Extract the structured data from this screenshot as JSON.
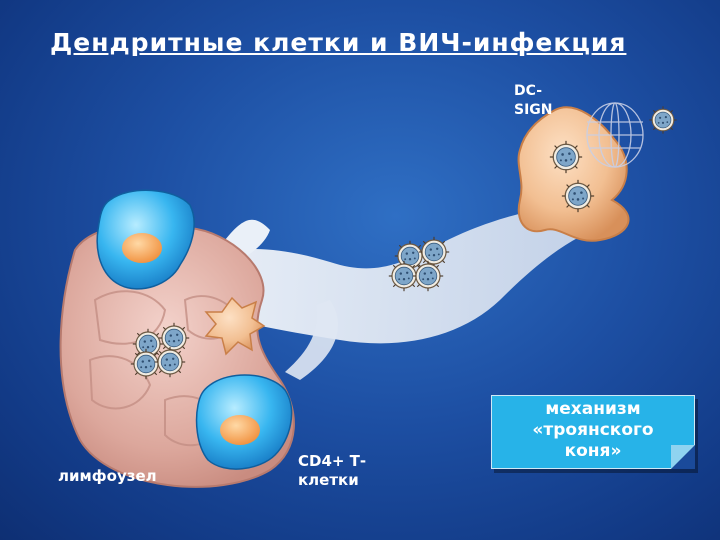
{
  "title": "Дендритные клетки и ВИЧ-инфекция",
  "labels": {
    "dc_sign": "DC-SIGN",
    "lymph_node": "лимфоузел",
    "cd4_t_cells": "CD4+ Т-клетки"
  },
  "callout": {
    "lines": [
      "механизм",
      "«троянского",
      "коня»"
    ]
  },
  "colors": {
    "background": "#1d4fa3",
    "callout": "#27b3e8",
    "lymph_node": "#e6b7ae",
    "dendritic_cell": "#f3c39a",
    "t_cell": "#38b6f0",
    "stream": "#dfe7f3"
  }
}
